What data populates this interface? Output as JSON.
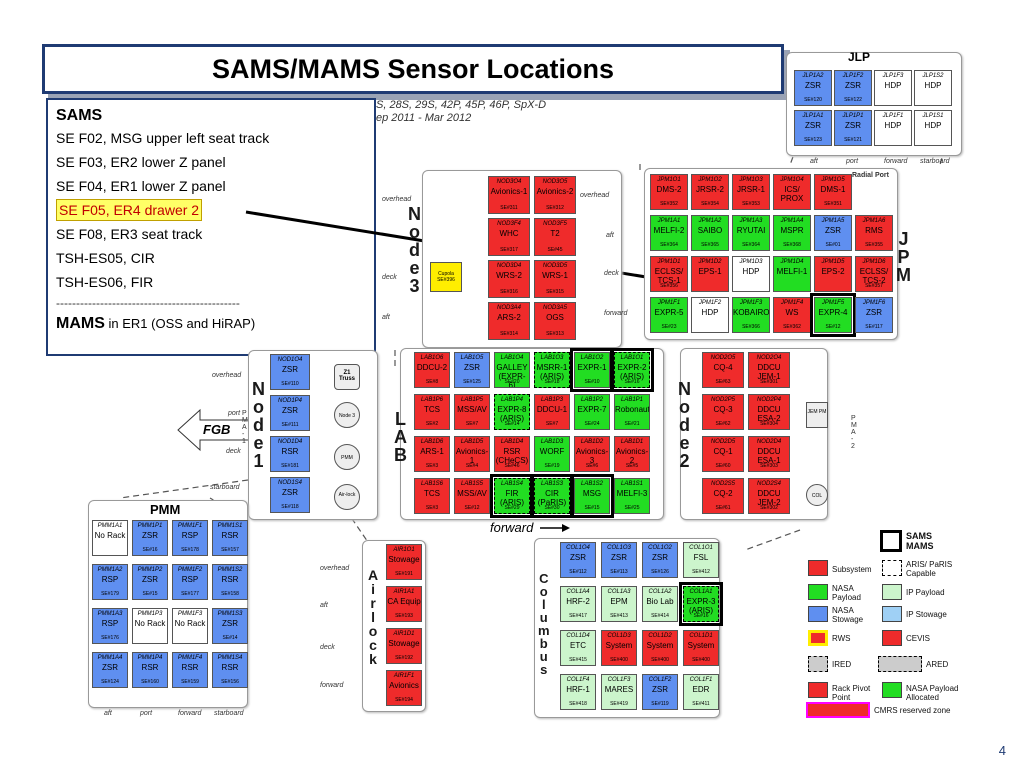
{
  "title": "SAMS/MAMS Sensor Locations",
  "header_fragment": {
    "line1": "S, 28S, 29S, 42P, 45P, 46P, SpX-D",
    "line2": "ep 2011 - Mar 2012"
  },
  "sams_panel": {
    "heading": "SAMS",
    "items": [
      "SE F02, MSG upper left seat track",
      "SE F03, ER2 lower Z panel",
      "SE F04, ER1 lower Z panel",
      "SE F05, ER4 drawer 2",
      "SE F08, ER3 seat track",
      "TSH-ES05, CIR",
      "TSH-ES06, FIR"
    ],
    "divider": "----------------------------------------------",
    "mams_label": "MAMS",
    "mams_text": " in ER1 (OSS and HiRAP)"
  },
  "module_labels": {
    "jlp": "JLP",
    "jpm": "J\nP\nM",
    "node3": "N\no\nd\ne\n3",
    "node1": "N\no\nd\ne\n1",
    "node2": "N\no\nd\ne\n2",
    "lab": "L\nA\nB",
    "airlock": "A\ni\nr\nl\no\nc\nk",
    "columbus": "C\no\nl\nu\nm\nb\nu\ns",
    "pmm": "PMM",
    "fgb": "FGB",
    "forward": "forward"
  },
  "small_labels": {
    "overhead": "overhead",
    "aft": "aft",
    "deck": "deck",
    "forward": "forward",
    "port": "port",
    "starboard": "starboard",
    "radial_port": "Radial Port",
    "cupola": "Cupola",
    "cupola_se": "SE#396",
    "z1_truss": "Z1 Truss",
    "node3_hatch": "Node 3",
    "pmm_hatch": "PMM",
    "airlock_hatch": "Air-lock",
    "jem_pm": "JEM PM",
    "col": "COL",
    "pma1": "P\nM\nA\n-\n1",
    "pma2": "P\nM\nA\n-\n2"
  },
  "jlp_cells": [
    {
      "id": "JLP1A2",
      "name": "ZSR",
      "se": "SE#120",
      "color": "blue"
    },
    {
      "id": "JLP1F2",
      "name": "ZSR",
      "se": "SE#122",
      "color": "blue"
    },
    {
      "id": "JLP1F3",
      "name": "HDP",
      "se": "",
      "color": "white"
    },
    {
      "id": "JLP1S2",
      "name": "HDP",
      "se": "",
      "color": "white"
    },
    {
      "id": "JLP1A1",
      "name": "ZSR",
      "se": "SE#123",
      "color": "blue"
    },
    {
      "id": "JLP1P1",
      "name": "ZSR",
      "se": "SE#121",
      "color": "blue"
    },
    {
      "id": "JLP1F1",
      "name": "HDP",
      "se": "",
      "color": "white"
    },
    {
      "id": "JLP1S1",
      "name": "HDP",
      "se": "",
      "color": "white"
    }
  ],
  "jpm_cells": [
    {
      "id": "JPM1O1",
      "name": "DMS-2",
      "se": "SE#352",
      "color": "red"
    },
    {
      "id": "JPM1O2",
      "name": "JRSR-2",
      "se": "SE#354",
      "color": "red"
    },
    {
      "id": "JPM1O3",
      "name": "JRSR-1",
      "se": "SE#353",
      "color": "red"
    },
    {
      "id": "JPM1O4",
      "name": "ICS/ PROX",
      "se": "",
      "color": "red"
    },
    {
      "id": "JPM1O5",
      "name": "DMS-1",
      "se": "SE#351",
      "color": "red"
    },
    {
      "id": "JPM1A1",
      "name": "MELFI-2",
      "se": "SE#364",
      "color": "green"
    },
    {
      "id": "JPM1A2",
      "name": "SAIBO",
      "se": "SE#365",
      "color": "green"
    },
    {
      "id": "JPM1A3",
      "name": "RYUTAI",
      "se": "SE#364",
      "color": "green"
    },
    {
      "id": "JPM1A4",
      "name": "MSPR",
      "se": "SE#368",
      "color": "green"
    },
    {
      "id": "JPM1A5",
      "name": "ZSR",
      "se": "SE#01",
      "color": "blue"
    },
    {
      "id": "JPM1A6",
      "name": "RMS",
      "se": "SE#355",
      "color": "red"
    },
    {
      "id": "JPM1D1",
      "name": "ECLSS/ TCS-1",
      "se": "SE#356",
      "color": "red"
    },
    {
      "id": "JPM1D2",
      "name": "EPS-1",
      "se": "",
      "color": "red"
    },
    {
      "id": "JPM1D3",
      "name": "HDP",
      "se": "",
      "color": "white"
    },
    {
      "id": "JPM1D4",
      "name": "MELFI-1",
      "se": "",
      "color": "green"
    },
    {
      "id": "JPM1D5",
      "name": "EPS-2",
      "se": "",
      "color": "red"
    },
    {
      "id": "JPM1D6",
      "name": "ECLSS/ TCS-2",
      "se": "SE#357",
      "color": "red"
    },
    {
      "id": "JPM1F1",
      "name": "EXPR-5",
      "se": "SE#23",
      "color": "green"
    },
    {
      "id": "JPM1F2",
      "name": "HDP",
      "se": "",
      "color": "white"
    },
    {
      "id": "JPM1F3",
      "name": "KOBAIRO",
      "se": "SE#366",
      "color": "green"
    },
    {
      "id": "JPM1F4",
      "name": "WS",
      "se": "SE#362",
      "color": "red"
    },
    {
      "id": "JPM1F5",
      "name": "EXPR-4",
      "se": "SE#12",
      "color": "green"
    },
    {
      "id": "JPM1F6",
      "name": "ZSR",
      "se": "SE#117",
      "color": "blue"
    }
  ],
  "node3_cells": [
    {
      "id": "NOD3O4",
      "name": "Avionics-1",
      "se": "SE#311",
      "color": "red"
    },
    {
      "id": "NOD3O5",
      "name": "Avionics-2",
      "se": "SE#312",
      "color": "red"
    },
    {
      "id": "NOD3F4",
      "name": "WHC",
      "se": "SE#317",
      "color": "red"
    },
    {
      "id": "NOD3F5",
      "name": "T2",
      "se": "SE#45",
      "color": "red"
    },
    {
      "id": "NOD3D4",
      "name": "WRS-2",
      "se": "SE#316",
      "color": "red"
    },
    {
      "id": "NOD3D5",
      "name": "WRS-1",
      "se": "SE#315",
      "color": "red"
    },
    {
      "id": "NOD3A4",
      "name": "ARS-2",
      "se": "SE#314",
      "color": "red"
    },
    {
      "id": "NOD3A5",
      "name": "OGS",
      "se": "SE#313",
      "color": "red"
    }
  ],
  "node1_cells": [
    {
      "id": "NOD1O4",
      "name": "ZSR",
      "se": "SE#110",
      "color": "blue"
    },
    {
      "id": "NOD1P4",
      "name": "ZSR",
      "se": "SE#111",
      "color": "blue"
    },
    {
      "id": "NOD1D4",
      "name": "RSR",
      "se": "SE#181",
      "color": "blue"
    },
    {
      "id": "NOD1S4",
      "name": "ZSR",
      "se": "SE#118",
      "color": "blue"
    }
  ],
  "lab_cells": [
    {
      "id": "LAB1O6",
      "name": "DDCU-2",
      "se": "SE#8",
      "color": "red"
    },
    {
      "id": "LAB1O5",
      "name": "ZSR",
      "se": "SE#125",
      "color": "blue"
    },
    {
      "id": "LAB1O4",
      "name": "GALLEY (EXPR-6)",
      "se": "SE#20",
      "color": "green"
    },
    {
      "id": "LAB1O3",
      "name": "MSRR-1 (ARIS)",
      "se": "SE#18",
      "color": "green"
    },
    {
      "id": "LAB1O2",
      "name": "EXPR-1",
      "se": "SE#10",
      "color": "green"
    },
    {
      "id": "LAB1O1",
      "name": "EXPR-2 (ARIS)",
      "se": "SE#16",
      "color": "green"
    },
    {
      "id": "LAB1P6",
      "name": "TCS",
      "se": "SE#2",
      "color": "red"
    },
    {
      "id": "LAB1P5",
      "name": "MSS/AV",
      "se": "SE#7",
      "color": "red"
    },
    {
      "id": "LAB1P4",
      "name": "EXPR-8 (ARIS)",
      "se": "SE#14",
      "color": "green"
    },
    {
      "id": "LAB1P3",
      "name": "DDCU-1",
      "se": "SE#7",
      "color": "red"
    },
    {
      "id": "LAB1P2",
      "name": "EXPR-7",
      "se": "SE#24",
      "color": "green"
    },
    {
      "id": "LAB1P1",
      "name": "Robonaut",
      "se": "SE#21",
      "color": "green"
    },
    {
      "id": "LAB1D6",
      "name": "ARS-1",
      "se": "SE#3",
      "color": "red"
    },
    {
      "id": "LAB1D5",
      "name": "Avionics-1",
      "se": "SE#4",
      "color": "red"
    },
    {
      "id": "LAB1D4",
      "name": "RSR (CHeCS)",
      "se": "SE#46",
      "color": "red"
    },
    {
      "id": "LAB1D3",
      "name": "WORF",
      "se": "SE#19",
      "color": "green"
    },
    {
      "id": "LAB1D2",
      "name": "Avionics-3",
      "se": "SE#6",
      "color": "red"
    },
    {
      "id": "LAB1D1",
      "name": "Avionics-2",
      "se": "SE#5",
      "color": "red"
    },
    {
      "id": "LAB1S6",
      "name": "TCS",
      "se": "SE#3",
      "color": "red"
    },
    {
      "id": "LAB1S5",
      "name": "MSS/AV",
      "se": "SE#12",
      "color": "red"
    },
    {
      "id": "LAB1S4",
      "name": "FIR (ARIS)",
      "se": "SE#29",
      "color": "green"
    },
    {
      "id": "LAB1S3",
      "name": "CIR (PaRIS)",
      "se": "SE#30",
      "color": "green"
    },
    {
      "id": "LAB1S2",
      "name": "MSG",
      "se": "SE#15",
      "color": "green"
    },
    {
      "id": "LAB1S1",
      "name": "MELFI-3",
      "se": "SE#25",
      "color": "green"
    }
  ],
  "node2_cells": [
    {
      "id": "NOD2O5",
      "name": "CQ-4",
      "se": "SE#63",
      "color": "red"
    },
    {
      "id": "NOD2O4",
      "name": "DDCU JEM-1",
      "se": "SE#301",
      "color": "red"
    },
    {
      "id": "NOD2P5",
      "name": "CQ-3",
      "se": "SE#62",
      "color": "red"
    },
    {
      "id": "NOD2P4",
      "name": "DDCU ESA-2",
      "se": "SE#304",
      "color": "red"
    },
    {
      "id": "NOD2D5",
      "name": "CQ-1",
      "se": "SE#60",
      "color": "red"
    },
    {
      "id": "NOD2D4",
      "name": "DDCU ESA-1",
      "se": "SE#303",
      "color": "red"
    },
    {
      "id": "NOD2S5",
      "name": "CQ-2",
      "se": "SE#61",
      "color": "red"
    },
    {
      "id": "NOD2S4",
      "name": "DDCU JEM-2",
      "se": "SE#302",
      "color": "red"
    }
  ],
  "airlock_cells": [
    {
      "id": "AIR1O1",
      "name": "Stowage",
      "se": "SE#191",
      "color": "red"
    },
    {
      "id": "AIR1A1",
      "name": "CA Equip",
      "se": "SE#193",
      "color": "red"
    },
    {
      "id": "AIR1D1",
      "name": "Stowage",
      "se": "SE#192",
      "color": "red"
    },
    {
      "id": "AIR1F1",
      "name": "Avionics",
      "se": "SE#194",
      "color": "red"
    }
  ],
  "pmm_cells": [
    {
      "id": "PMM1A1",
      "name": "No Rack",
      "se": "",
      "color": "white"
    },
    {
      "id": "PMM1P1",
      "name": "ZSR",
      "se": "SE#16",
      "color": "blue"
    },
    {
      "id": "PMM1F1",
      "name": "RSP",
      "se": "SE#178",
      "color": "blue"
    },
    {
      "id": "PMM1S1",
      "name": "RSR",
      "se": "SE#157",
      "color": "blue"
    },
    {
      "id": "PMM1A2",
      "name": "RSP",
      "se": "SE#179",
      "color": "blue"
    },
    {
      "id": "PMM1P2",
      "name": "ZSR",
      "se": "SE#15",
      "color": "blue"
    },
    {
      "id": "PMM1F2",
      "name": "RSP",
      "se": "SE#177",
      "color": "blue"
    },
    {
      "id": "PMM1S2",
      "name": "RSR",
      "se": "SE#158",
      "color": "blue"
    },
    {
      "id": "PMM1A3",
      "name": "RSP",
      "se": "SE#176",
      "color": "blue"
    },
    {
      "id": "PMM1P3",
      "name": "No Rack",
      "se": "",
      "color": "white"
    },
    {
      "id": "PMM1F3",
      "name": "No Rack",
      "se": "",
      "color": "white"
    },
    {
      "id": "PMM1S3",
      "name": "ZSR",
      "se": "SE#14",
      "color": "blue"
    },
    {
      "id": "PMM1A4",
      "name": "ZSR",
      "se": "SE#124",
      "color": "blue"
    },
    {
      "id": "PMM1P4",
      "name": "RSR",
      "se": "SE#160",
      "color": "blue"
    },
    {
      "id": "PMM1F4",
      "name": "RSR",
      "se": "SE#159",
      "color": "blue"
    },
    {
      "id": "PMM1S4",
      "name": "RSR",
      "se": "SE#156",
      "color": "blue"
    }
  ],
  "columbus_cells": [
    {
      "id": "COL1O4",
      "name": "ZSR",
      "se": "SE#112",
      "color": "blue"
    },
    {
      "id": "COL1O3",
      "name": "ZSR",
      "se": "SE#113",
      "color": "blue"
    },
    {
      "id": "COL1O2",
      "name": "ZSR",
      "se": "SE#126",
      "color": "blue"
    },
    {
      "id": "COL1O1",
      "name": "FSL",
      "se": "SE#412",
      "color": "lgreen"
    },
    {
      "id": "COL1A4",
      "name": "HRF-2",
      "se": "SE#417",
      "color": "lgreen"
    },
    {
      "id": "COL1A3",
      "name": "EPM",
      "se": "SE#413",
      "color": "lgreen"
    },
    {
      "id": "COL1A2",
      "name": "Bio Lab",
      "se": "SE#414",
      "color": "lgreen"
    },
    {
      "id": "COL1A1",
      "name": "EXPR-3 (ARIS)",
      "se": "SE#16",
      "color": "green"
    },
    {
      "id": "COL1D4",
      "name": "ETC",
      "se": "SE#415",
      "color": "lgreen"
    },
    {
      "id": "COL1D3",
      "name": "System",
      "se": "SE#400",
      "color": "red"
    },
    {
      "id": "COL1D2",
      "name": "System",
      "se": "SE#400",
      "color": "red"
    },
    {
      "id": "COL1D1",
      "name": "System",
      "se": "SE#400",
      "color": "red"
    },
    {
      "id": "COL1F4",
      "name": "HRF-1",
      "se": "SE#418",
      "color": "lgreen"
    },
    {
      "id": "COL1F3",
      "name": "MARES",
      "se": "SE#419",
      "color": "lgreen"
    },
    {
      "id": "COL1F2",
      "name": "ZSR",
      "se": "SE#119",
      "color": "blue"
    },
    {
      "id": "COL1F1",
      "name": "EDR",
      "se": "SE#411",
      "color": "lgreen"
    }
  ],
  "legend": {
    "sams": "SAMS",
    "mams": "MAMS",
    "subsystem": "Subsystem",
    "aris_paris": "ARIS/ PaRIS Capable",
    "nasa_payload": "NASA Payload",
    "ip_payload": "IP Payload",
    "nasa_stowage": "NASA Stowage",
    "ip_stowage": "IP Stowage",
    "rws": "RWS",
    "cevis": "CEVIS",
    "ired": "IRED",
    "ared": "ARED",
    "rack_pivot": "Rack Pivot Point",
    "nasa_payload_allocated": "NASA Payload Allocated",
    "cmrs": "CMRS reserved zone"
  },
  "colors": {
    "subsystem": "#ef2b2b",
    "nasa_payload": "#22dd22",
    "ip_payload": "#ccf5cc",
    "nasa_stowage": "#5f8ff0",
    "ip_stowage": "#9fd0f5",
    "rws": "#ffee00",
    "cevis": "#ef2b2b",
    "cmrs": "#ff00ff",
    "arrow": "#000000",
    "title_border": "#1f3b73"
  },
  "page_number": "4"
}
